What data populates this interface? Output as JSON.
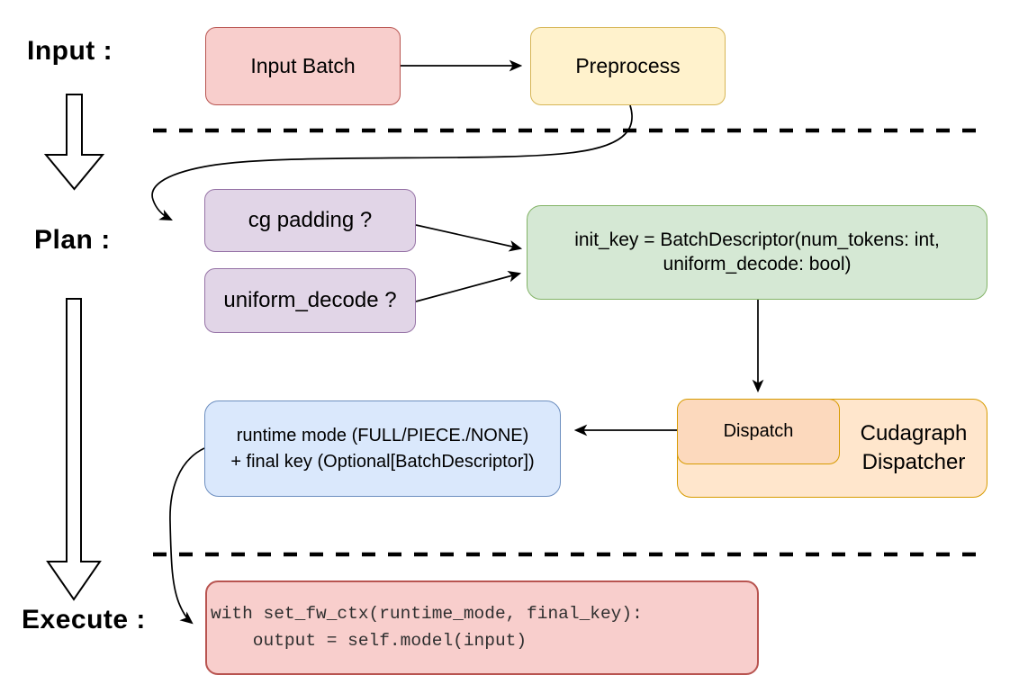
{
  "stages": {
    "input": {
      "label": "Input :"
    },
    "plan": {
      "label": "Plan :"
    },
    "execute": {
      "label": "Execute :"
    }
  },
  "nodes": {
    "input_batch": {
      "label": "Input Batch",
      "fill": "#f8cecc",
      "border": "#b85450"
    },
    "preprocess": {
      "label": "Preprocess",
      "fill": "#fff2cc",
      "border": "#d6b656"
    },
    "cg_padding": {
      "label": "cg padding ?",
      "fill": "#e1d5e7",
      "border": "#9673a6"
    },
    "uniform_decode": {
      "label": "uniform_decode ?",
      "fill": "#e1d5e7",
      "border": "#9673a6"
    },
    "init_key": {
      "line1": "init_key = BatchDescriptor(num_tokens: int,",
      "line2": "uniform_decode: bool)",
      "fill": "#d5e8d4",
      "border": "#82b366"
    },
    "dispatch": {
      "label": "Dispatch",
      "fill": "#fcd9bd",
      "border": "#d79b00"
    },
    "cudagraph_dispatcher": {
      "line1": "Cudagraph",
      "line2": "Dispatcher",
      "fill": "#ffe6cc",
      "border": "#d79b00"
    },
    "runtime_result": {
      "line1": "runtime mode (FULL/PIECE./NONE)",
      "line2": "+ final key (Optional[BatchDescriptor])",
      "fill": "#dae8fc",
      "border": "#6c8ebf"
    },
    "execute_code": {
      "line1": "with set_fw_ctx(runtime_mode, final_key):",
      "line2": "    output = self.model(input)",
      "fill": "#f8cecc",
      "border": "#b85450"
    }
  },
  "colors": {
    "connector": "#000000",
    "divider": "#000000"
  }
}
